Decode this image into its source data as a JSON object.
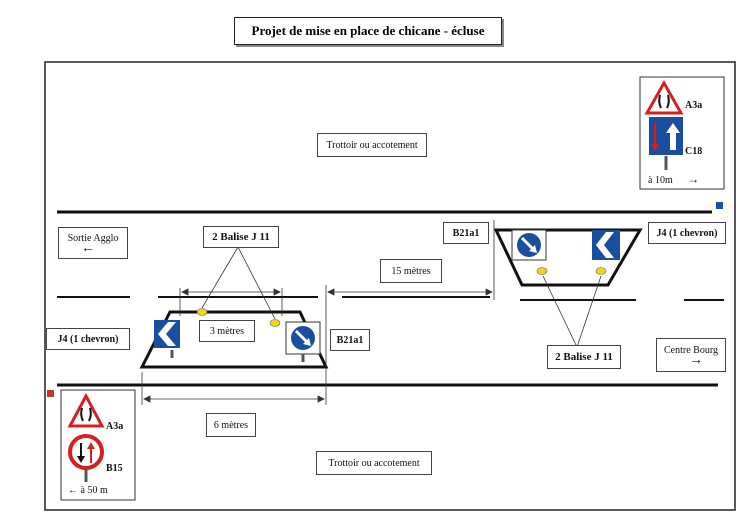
{
  "title": "Projet de mise en place de chicane - écluse",
  "sidewalk_top": "Trottoir ou accotement",
  "sidewalk_bottom": "Trottoir ou accotement",
  "exit_left": {
    "label": "Sortie Agglo",
    "arrow": "←"
  },
  "exit_right": {
    "label": "Centre Bourg",
    "arrow": "→"
  },
  "balise_left": "2 Balise J 11",
  "balise_right": "2 Balise J 11",
  "j4_left": "J4 (1 chevron)",
  "j4_right": "J4 (1 chevron)",
  "b21_left": "B21a1",
  "b21_right": "B21a1",
  "dim_15": "15 mètres",
  "dim_3": "3 mètres",
  "dim_6": "6 mètres",
  "sign_top": {
    "a3a": "A3a",
    "c18": "C18",
    "distance": "à 10m",
    "arrow": "→"
  },
  "sign_bottom": {
    "a3a": "A3a",
    "b15": "B15",
    "distance": "← à 50 m"
  },
  "colors": {
    "sign_blue": "#1a4fa0",
    "sign_red": "#d42020",
    "balise_yellow": "#f2d21b",
    "marker_blue": "#1e4fa6",
    "marker_red": "#c0392b"
  }
}
